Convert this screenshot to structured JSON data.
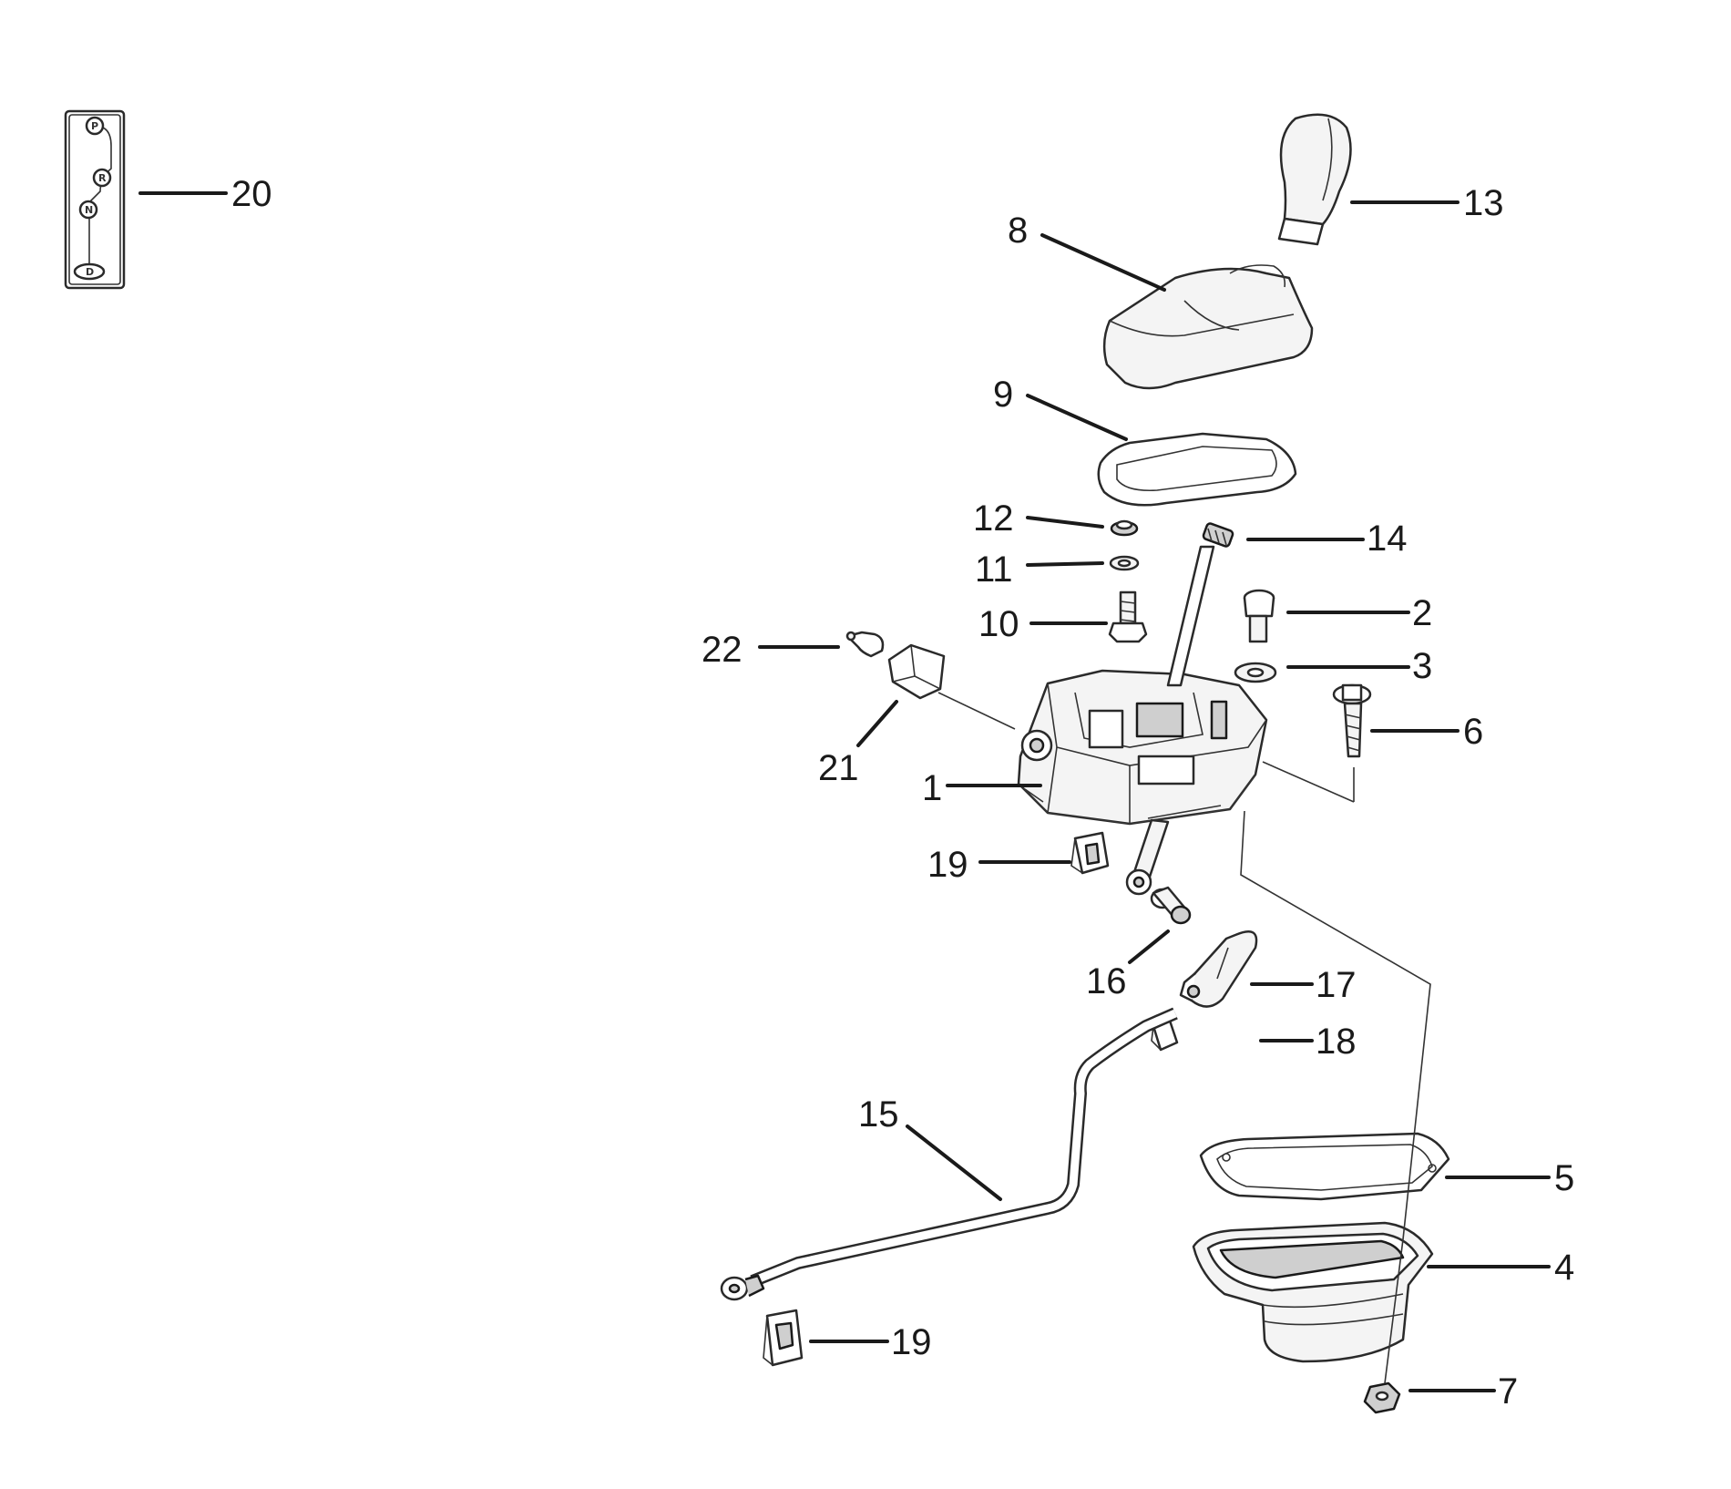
{
  "diagram": {
    "callouts": [
      {
        "id": "c20",
        "number": "20"
      },
      {
        "id": "c13",
        "number": "13"
      },
      {
        "id": "c8",
        "number": "8"
      },
      {
        "id": "c9",
        "number": "9"
      },
      {
        "id": "c12",
        "number": "12"
      },
      {
        "id": "c14",
        "number": "14"
      },
      {
        "id": "c11",
        "number": "11"
      },
      {
        "id": "c10",
        "number": "10"
      },
      {
        "id": "c2",
        "number": "2"
      },
      {
        "id": "c22",
        "number": "22"
      },
      {
        "id": "c3",
        "number": "3"
      },
      {
        "id": "c6",
        "number": "6"
      },
      {
        "id": "c21",
        "number": "21"
      },
      {
        "id": "c1",
        "number": "1"
      },
      {
        "id": "c19a",
        "number": "19"
      },
      {
        "id": "c16",
        "number": "16"
      },
      {
        "id": "c17",
        "number": "17"
      },
      {
        "id": "c18",
        "number": "18"
      },
      {
        "id": "c15",
        "number": "15"
      },
      {
        "id": "c5",
        "number": "5"
      },
      {
        "id": "c4",
        "number": "4"
      },
      {
        "id": "c19b",
        "number": "19"
      },
      {
        "id": "c7",
        "number": "7"
      }
    ],
    "gear_positions": [
      "P",
      "R",
      "N",
      "D"
    ]
  }
}
